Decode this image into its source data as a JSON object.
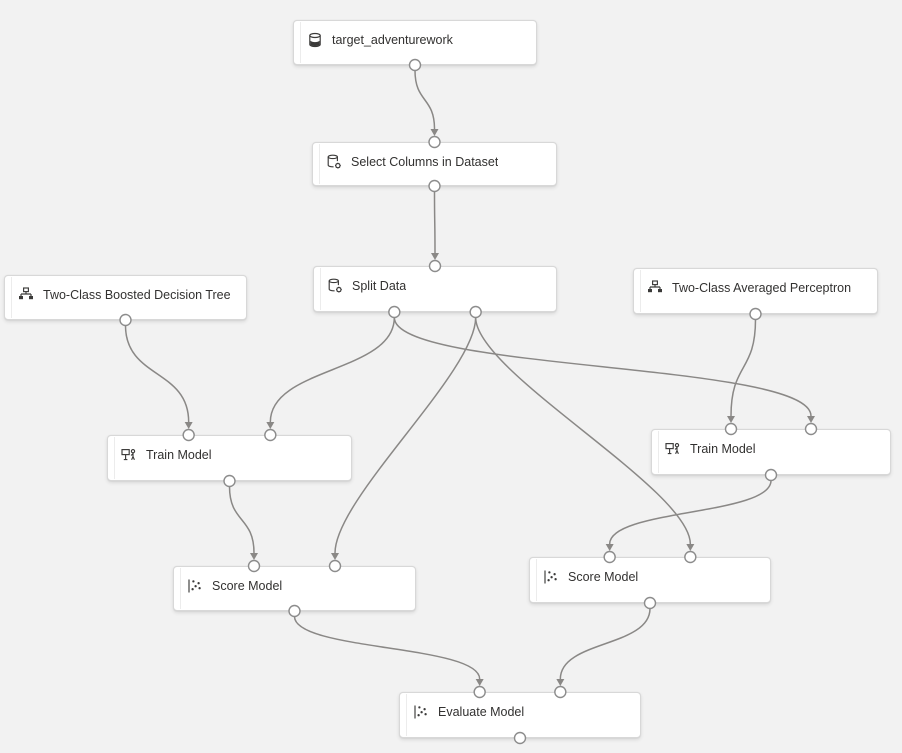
{
  "diagram": {
    "nodes": [
      {
        "id": "target",
        "label": "target_adventurework",
        "icon": "database-icon",
        "inputs": 0,
        "outputs": 1
      },
      {
        "id": "select-columns",
        "label": "Select Columns in Dataset",
        "icon": "database-gear-icon",
        "inputs": 1,
        "outputs": 1
      },
      {
        "id": "split-data",
        "label": "Split Data",
        "icon": "database-gear-icon",
        "inputs": 1,
        "outputs": 2
      },
      {
        "id": "boosted-tree",
        "label": "Two-Class Boosted Decision Tree",
        "icon": "hierarchy-icon",
        "inputs": 0,
        "outputs": 1
      },
      {
        "id": "perceptron",
        "label": "Two-Class Averaged Perceptron",
        "icon": "hierarchy-icon",
        "inputs": 0,
        "outputs": 1
      },
      {
        "id": "train-left",
        "label": "Train Model",
        "icon": "train-icon",
        "inputs": 2,
        "outputs": 1
      },
      {
        "id": "train-right",
        "label": "Train Model",
        "icon": "train-icon",
        "inputs": 2,
        "outputs": 1
      },
      {
        "id": "score-left",
        "label": "Score Model",
        "icon": "scatter-icon",
        "inputs": 2,
        "outputs": 1
      },
      {
        "id": "score-right",
        "label": "Score Model",
        "icon": "scatter-icon",
        "inputs": 2,
        "outputs": 1
      },
      {
        "id": "evaluate",
        "label": "Evaluate Model",
        "icon": "scatter-icon",
        "inputs": 2,
        "outputs": 1
      }
    ],
    "edges": [
      {
        "from": "target:0",
        "to": "select-columns:0"
      },
      {
        "from": "select-columns:0",
        "to": "split-data:0"
      },
      {
        "from": "split-data:0",
        "to": "train-left:1"
      },
      {
        "from": "split-data:0",
        "to": "train-right:1"
      },
      {
        "from": "split-data:1",
        "to": "score-left:1"
      },
      {
        "from": "split-data:1",
        "to": "score-right:1"
      },
      {
        "from": "boosted-tree:0",
        "to": "train-left:0"
      },
      {
        "from": "perceptron:0",
        "to": "train-right:0"
      },
      {
        "from": "train-left:0",
        "to": "score-left:0"
      },
      {
        "from": "train-right:0",
        "to": "score-right:0"
      },
      {
        "from": "score-left:0",
        "to": "evaluate:0"
      },
      {
        "from": "score-right:0",
        "to": "evaluate:1"
      }
    ],
    "colors": {
      "canvas_bg": "#f2f2f2",
      "node_bg": "#ffffff",
      "node_border": "#d8d8d8",
      "edge": "#8a8886",
      "port_stroke": "#8c8c8c",
      "port_fill": "#ffffff",
      "label": "#323130"
    }
  }
}
